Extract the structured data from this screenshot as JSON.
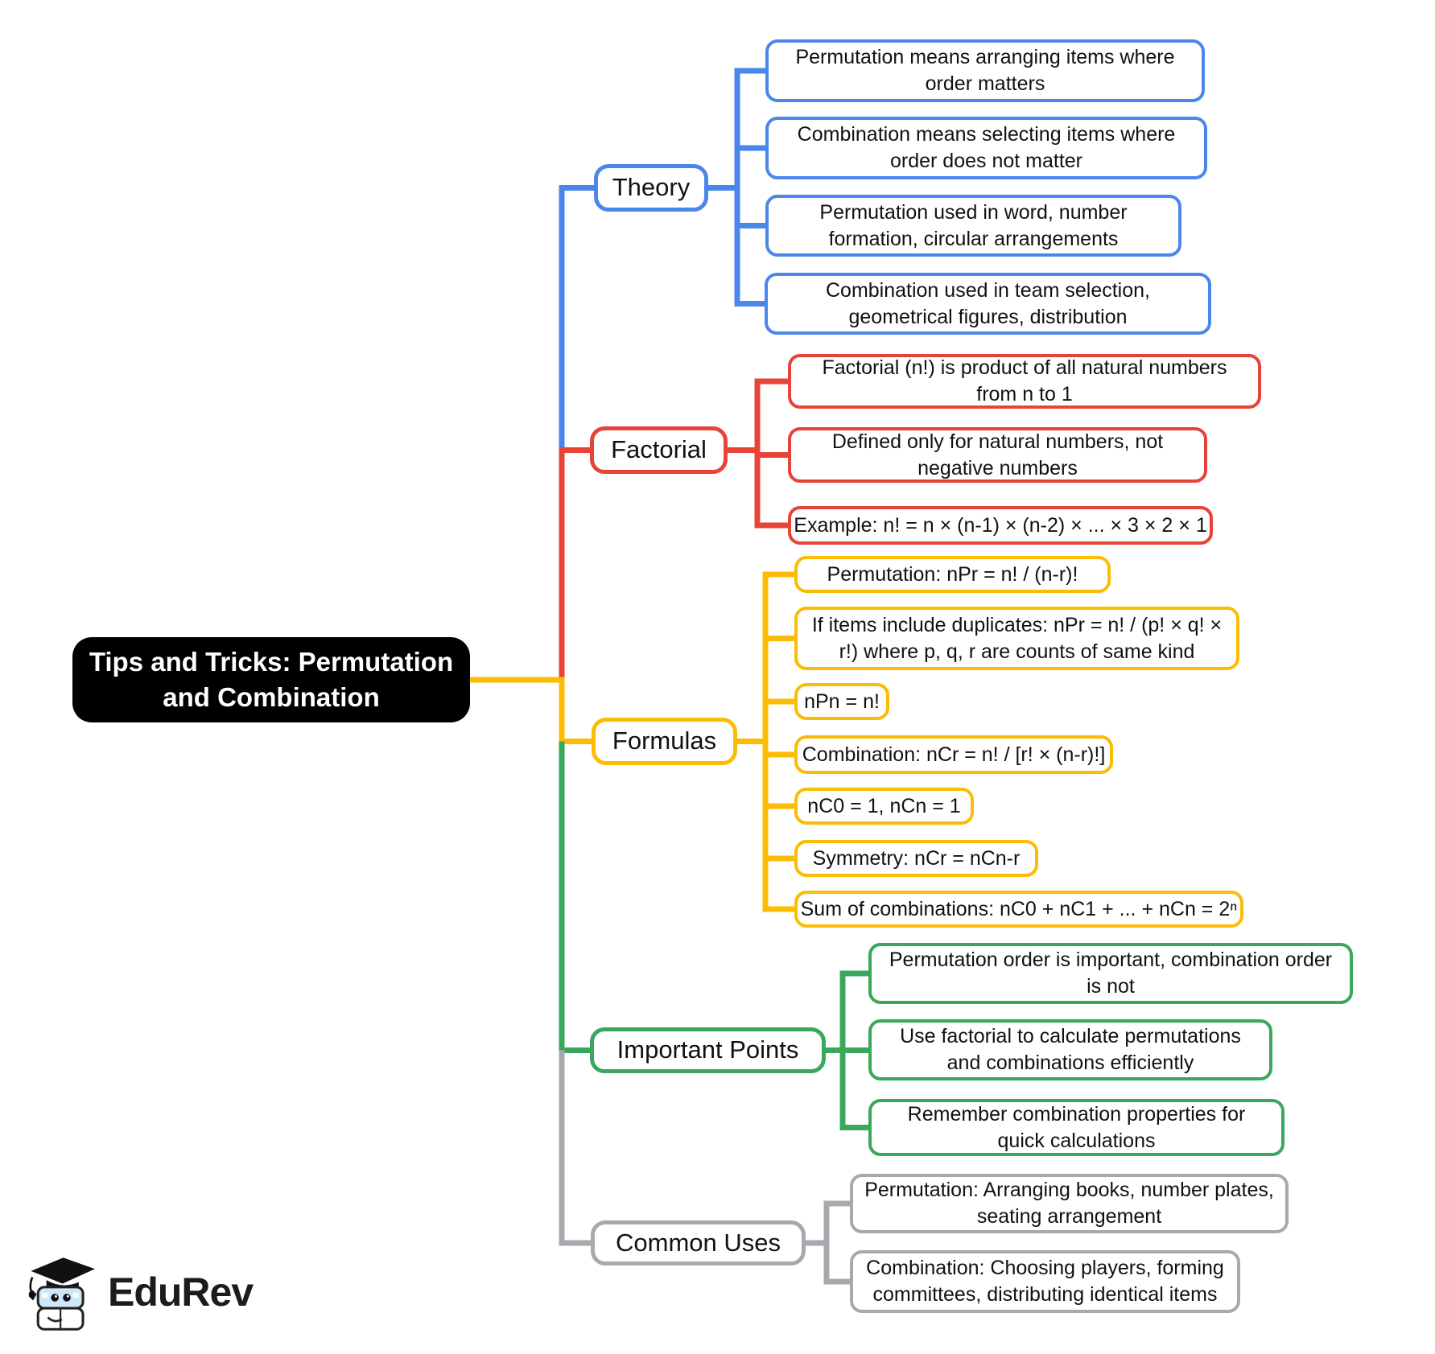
{
  "title": "Tips and Tricks: Permutation and Combination",
  "colors": {
    "blue": "#4b87ea",
    "red": "#e84339",
    "yellow": "#fbbc05",
    "green": "#3aa85c",
    "gray": "#a6aaaf",
    "root_bg": "#000000",
    "root_text": "#ffffff"
  },
  "branches": [
    {
      "label": "Theory",
      "color": "#4b87ea",
      "children": [
        "Permutation means arranging items where order matters",
        "Combination means selecting items where order does not matter",
        "Permutation used in word, number formation, circular arrangements",
        "Combination used in team selection, geometrical figures, distribution"
      ]
    },
    {
      "label": "Factorial",
      "color": "#e84339",
      "children": [
        "Factorial (n!) is product of all natural numbers from n to 1",
        "Defined only for natural numbers, not negative numbers",
        "Example: n! = n × (n-1) × (n-2) × ... × 3 × 2 × 1"
      ]
    },
    {
      "label": "Formulas",
      "color": "#fbbc05",
      "children": [
        "Permutation: nPr = n! / (n-r)!",
        "If items include duplicates: nPr = n! / (p! × q! × r!) where p, q, r are counts of same kind",
        "nPn = n!",
        "Combination: nCr = n! / [r! × (n-r)!]",
        "nC0 = 1, nCn = 1",
        "Symmetry: nCr = nCn-r",
        "Sum of combinations: nC0 + nC1 + ... + nCn = 2ⁿ"
      ]
    },
    {
      "label": "Important Points",
      "color": "#3aa85c",
      "children": [
        "Permutation order is important, combination order is not",
        "Use factorial to calculate permutations and combinations efficiently",
        "Remember combination properties for quick calculations"
      ]
    },
    {
      "label": "Common Uses",
      "color": "#a6aaaf",
      "children": [
        "Permutation: Arranging books, number plates, seating arrangement",
        "Combination: Choosing players, forming committees, distributing identical items"
      ]
    }
  ],
  "logo": {
    "text": "EduRev"
  }
}
